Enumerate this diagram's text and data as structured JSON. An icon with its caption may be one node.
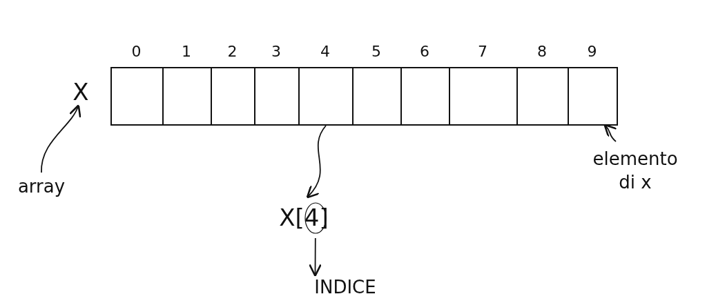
{
  "diagram": {
    "nodes": [
      {
        "text": [
          "X"
        ]
      },
      {
        "text": [
          "array"
        ]
      },
      {
        "text": [],
        "shape": "box",
        "beside": [
          "0"
        ]
      },
      {
        "text": [],
        "shape": "box",
        "beside": [
          "1"
        ]
      },
      {
        "text": [],
        "shape": "box",
        "beside": [
          "2"
        ]
      },
      {
        "text": [],
        "shape": "box",
        "beside": [
          "3"
        ]
      },
      {
        "text": [],
        "shape": "box",
        "beside": [
          "4"
        ]
      },
      {
        "text": [],
        "shape": "box",
        "beside": [
          "5"
        ]
      },
      {
        "text": [],
        "shape": "box",
        "beside": [
          "6"
        ]
      },
      {
        "text": [],
        "shape": "box",
        "beside": [
          "7"
        ]
      },
      {
        "text": [],
        "shape": "box",
        "beside": [
          "8"
        ]
      },
      {
        "text": [],
        "shape": "box",
        "beside": [
          "9"
        ]
      },
      {
        "text": [
          "X[4]"
        ]
      },
      {
        "text": [
          "INDICE"
        ]
      },
      {
        "text": [
          "elemento di x"
        ]
      }
    ],
    "edges": [
      {
        "from": 1,
        "to": 0,
        "arrow": "to"
      },
      {
        "from": 6,
        "to": 12,
        "arrow": "to"
      },
      {
        "from": 12,
        "to": 13,
        "arrow": "to"
      },
      {
        "from": 14,
        "to": 11,
        "arrow": "to"
      }
    ]
  }
}
